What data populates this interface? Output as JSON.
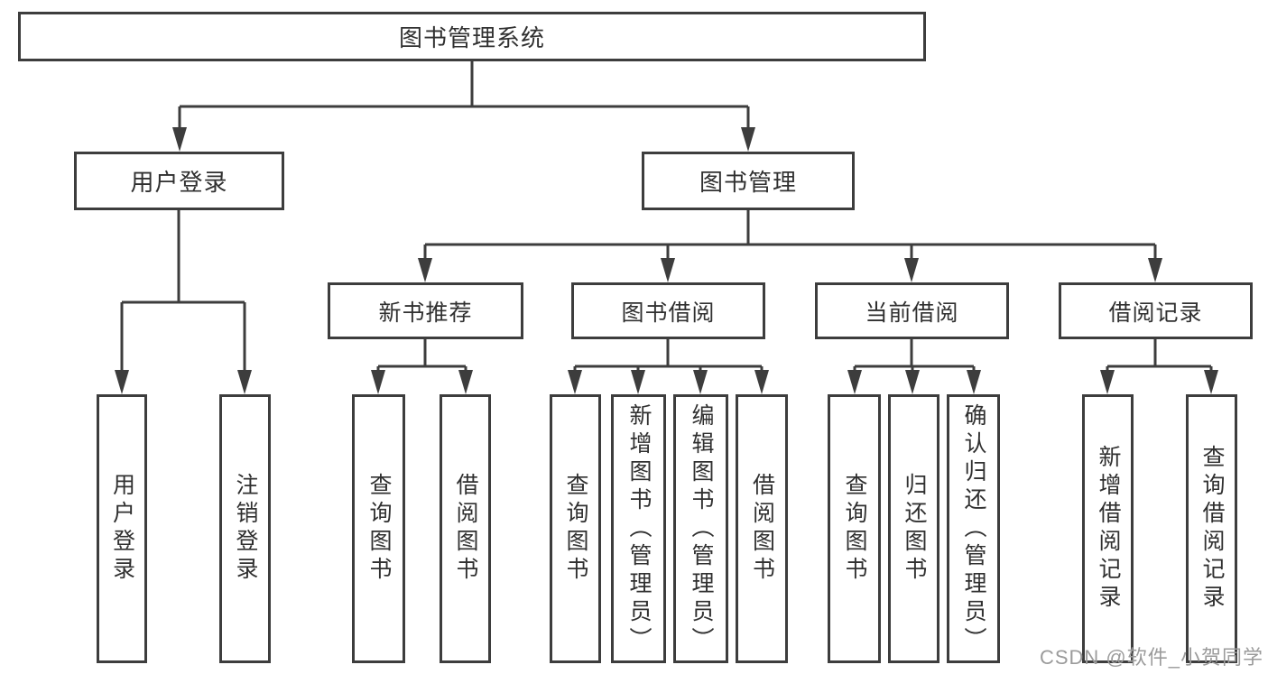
{
  "colors": {
    "line": "#3d3d3d",
    "text": "#303030",
    "watermark": "#9b9b9b",
    "bg": "#ffffff",
    "box_bg": "#ffffff"
  },
  "watermark": {
    "text": "CSDN @软件_小贺同学"
  },
  "diagram": {
    "type": "tree",
    "root": {
      "label": "图书管理系统"
    },
    "level2": [
      {
        "label": "用户登录",
        "children": [
          {
            "label": "用户登录"
          },
          {
            "label": "注销登录"
          }
        ]
      },
      {
        "label": "图书管理",
        "children": [
          {
            "label": "新书推荐",
            "children": [
              {
                "label": "查询图书"
              },
              {
                "label": "借阅图书"
              }
            ]
          },
          {
            "label": "图书借阅",
            "children": [
              {
                "label": "查询图书"
              },
              {
                "label": "新增图书（管理员）"
              },
              {
                "label": "编辑图书（管理员）"
              },
              {
                "label": "借阅图书"
              }
            ]
          },
          {
            "label": "当前借阅",
            "children": [
              {
                "label": "查询图书"
              },
              {
                "label": "归还图书"
              },
              {
                "label": "确认归还（管理员）"
              }
            ]
          },
          {
            "label": "借阅记录",
            "children": [
              {
                "label": "新增借阅记录"
              },
              {
                "label": "查询借阅记录"
              }
            ]
          }
        ]
      }
    ]
  }
}
